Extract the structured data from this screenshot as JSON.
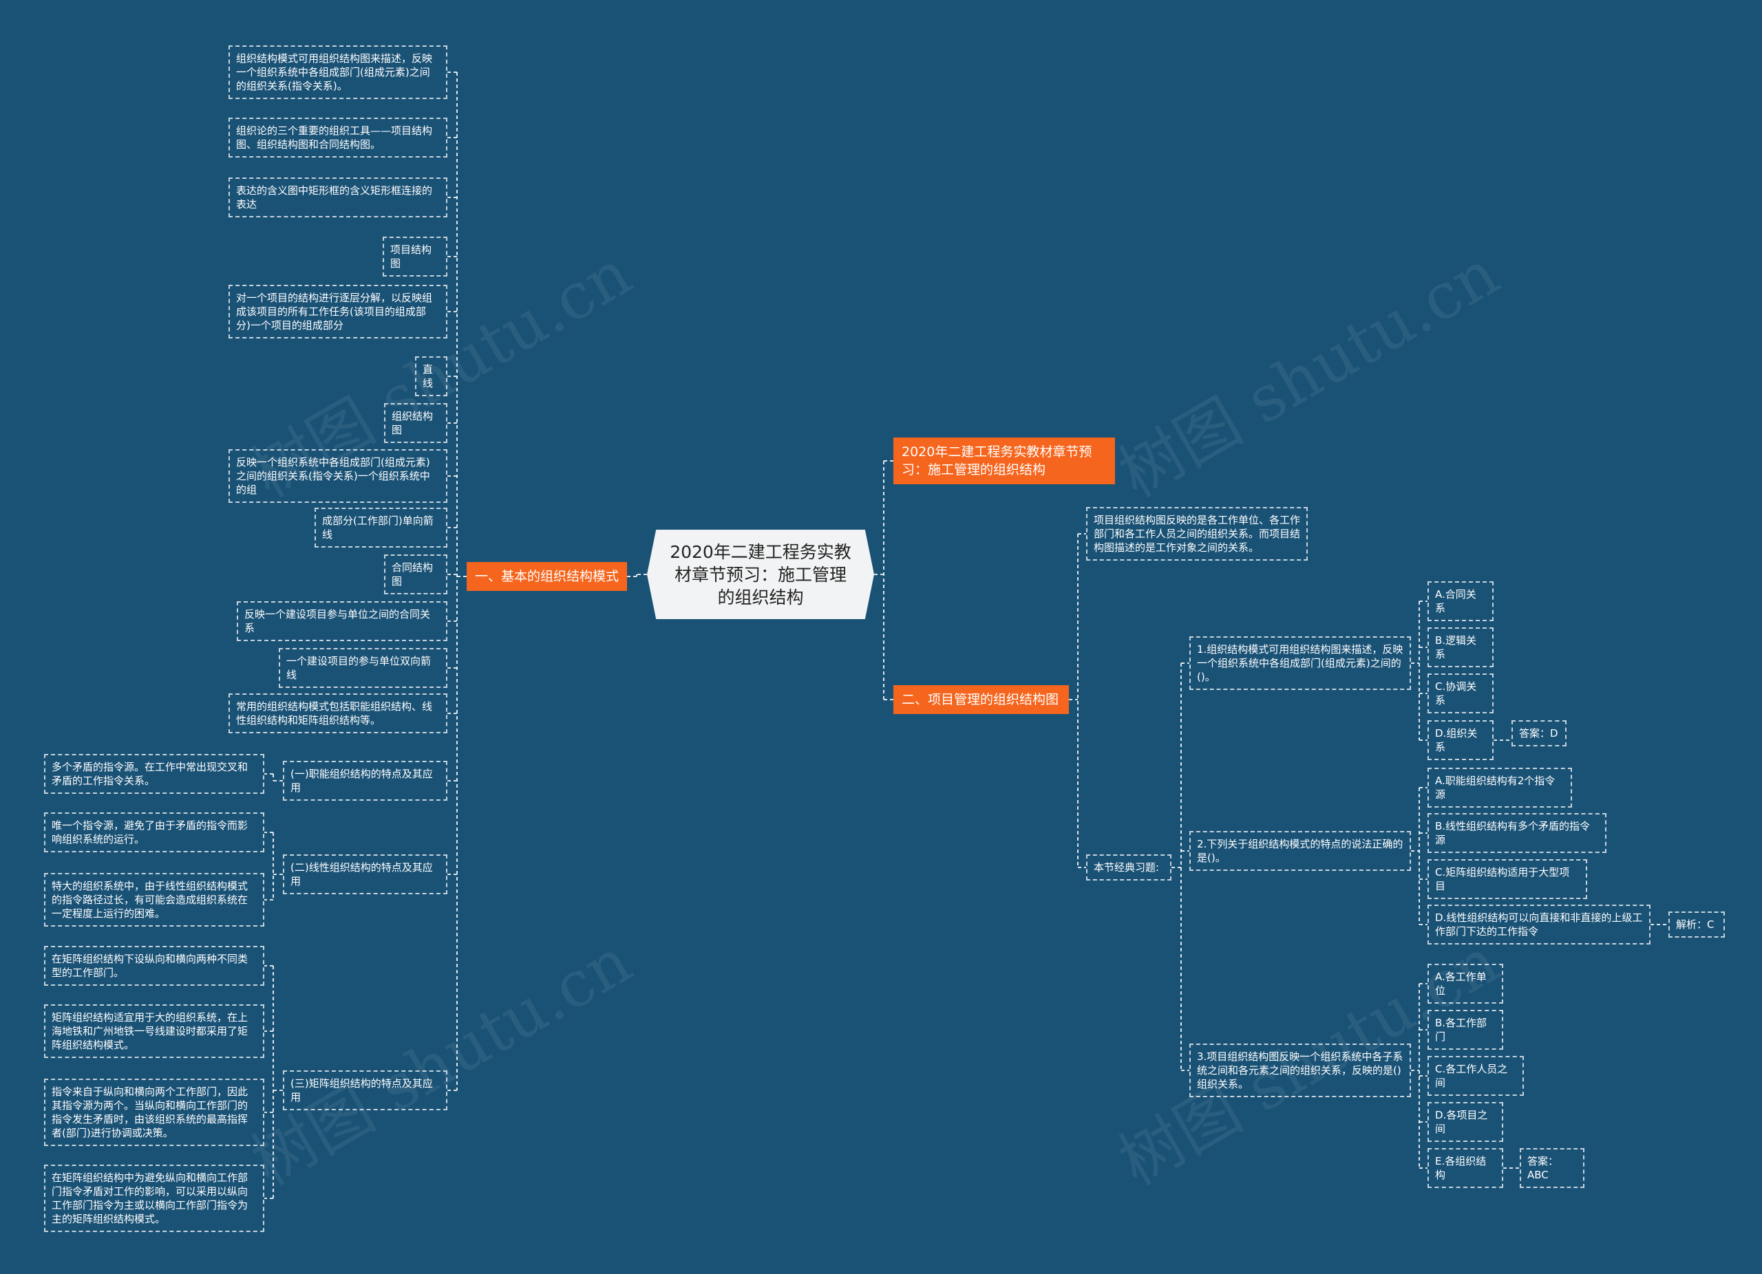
{
  "center": "2020年二建工程务实教材章节预习：施工管理的组织结构",
  "right_title": "2020年二建工程务实教材章节预习：施工管理的组织结构",
  "branch_left": "一、基本的组织结构模式",
  "branch_right": "二、项目管理的组织结构图",
  "left_items": [
    "组织结构模式可用组织结构图来描述，反映一个组织系统中各组成部门(组成元素)之间的组织关系(指令关系)。",
    "组织论的三个重要的组织工具——项目结构图、组织结构图和合同结构图。",
    "表达的含义图中矩形框的含义矩形框连接的表达",
    "项目结构图",
    "对一个项目的结构进行逐层分解，以反映组成该项目的所有工作任务(该项目的组成部分)一个项目的组成部分",
    "直线",
    "组织结构图",
    "反映一个组织系统中各组成部门(组成元素)之间的组织关系(指令关系)一个组织系统中的组",
    "成部分(工作部门)单向箭线",
    "合同结构图",
    "反映一个建设项目参与单位之间的合同关系",
    "一个建设项目的参与单位双向箭线",
    "常用的组织结构模式包括职能组织结构、线性组织结构和矩阵组织结构等。",
    "(一)职能组织结构的特点及其应用",
    "(二)线性组织结构的特点及其应用",
    "(三)矩阵组织结构的特点及其应用"
  ],
  "func_details": [
    "多个矛盾的指令源。在工作中常出现交叉和矛盾的工作指令关系。"
  ],
  "linear_details": [
    "唯一个指令源，避免了由于矛盾的指令而影响组织系统的运行。",
    "特大的组织系统中，由于线性组织结构模式的指令路径过长，有可能会造成组织系统在一定程度上运行的困难。"
  ],
  "matrix_details": [
    "在矩阵组织结构下设纵向和横向两种不同类型的工作部门。",
    "矩阵组织结构适宜用于大的组织系统，在上海地铁和广州地铁一号线建设时都采用了矩阵组织结构模式。",
    "指令来自于纵向和横向两个工作部门，因此其指令源为两个。当纵向和横向工作部门的指令发生矛盾时，由该组织系统的最高指挥者(部门)进行协调或决策。",
    "在矩阵组织结构中为避免纵向和横向工作部门指令矛盾对工作的影响，可以采用以纵向工作部门指令为主或以横向工作部门指令为主的矩阵组织结构模式。"
  ],
  "right_desc": "项目组织结构图反映的是各工作单位、各工作部门和各工作人员之间的组织关系。而项目结构图描述的是工作对象之间的关系。",
  "exercises_label": "本节经典习题:",
  "questions": [
    {
      "text": "1.组织结构模式可用组织结构图来描述，反映一个组织系统中各组成部门(组成元素)之间的()。",
      "options": [
        "A.合同关系",
        "B.逻辑关系",
        "C.协调关系",
        "D.组织关系"
      ],
      "answer": "答案：D"
    },
    {
      "text": "2.下列关于组织结构模式的特点的说法正确的是()。",
      "options": [
        "A.职能组织结构有2个指令源",
        "B.线性组织结构有多个矛盾的指令源",
        "C.矩阵组织结构适用于大型项目",
        "D.线性组织结构可以向直接和非直接的上级工作部门下达的工作指令"
      ],
      "answer": "解析：C"
    },
    {
      "text": "3.项目组织结构图反映一个组织系统中各子系统之间和各元素之间的组织关系，反映的是()组织关系。",
      "options": [
        "A.各工作单位",
        "B.各工作部门",
        "C.各工作人员之间",
        "D.各项目之间",
        "E.各组织结构"
      ],
      "answer": "答案：ABC"
    }
  ],
  "watermark": "树图 shutu.cn",
  "colors": {
    "background": "#1a5276",
    "accent": "#f5651d",
    "center_fill": "#f2f3f4",
    "line": "#ffffff"
  }
}
